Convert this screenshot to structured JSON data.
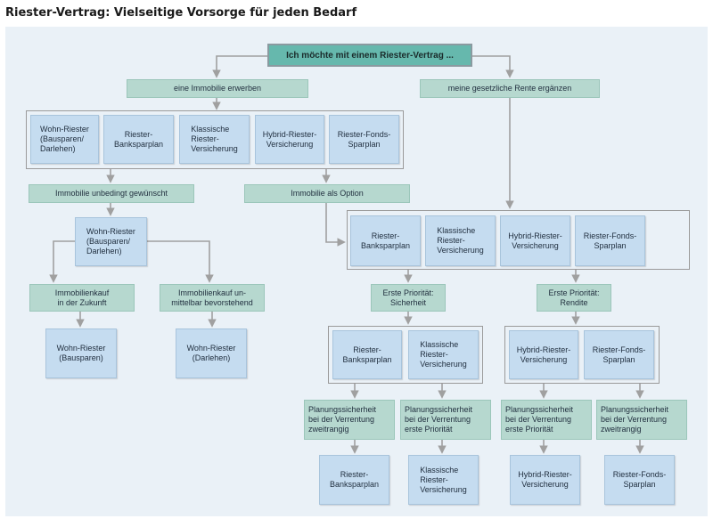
{
  "title": "Riester-Vertrag: Vielseitige Vorsorge für jeden Bedarf",
  "colors": {
    "panel": "#eaf1f7",
    "teal_box": "#b6d8cf",
    "blue_box": "#c5dcf0",
    "top_box": "#66b8ad",
    "connector": "#a0a0a0"
  },
  "nodes": {
    "top": "Ich möchte mit einem Riester-Vertrag ...",
    "immobilie": "eine Immobilie erwerben",
    "rente": "meine gesetzliche Rente ergänzen",
    "g1_wohn": "Wohn-Riester\n(Bausparen/\nDarlehen)",
    "g1_bank": "Riester-\nBanksparplan",
    "g1_klass": "Klassische\nRiester-\nVersicherung",
    "g1_hybrid": "Hybrid-Riester-\nVersicherung",
    "g1_fonds": "Riester-Fonds-\nSparplan",
    "unbedingt": "Immobilie unbedingt gewünscht",
    "option": "Immobilie als Option",
    "wohn_mid": "Wohn-Riester\n(Bausparen/\nDarlehen)",
    "g2_bank": "Riester-\nBanksparplan",
    "g2_klass": "Klassische\nRiester-\nVersicherung",
    "g2_hybrid": "Hybrid-Riester-\nVersicherung",
    "g2_fonds": "Riester-Fonds-\nSparplan",
    "kauf_zukunft": "Immobilienkauf\nin der Zukunft",
    "kauf_unmittelbar": "Immobilienkauf un-\nmittelbar bevorstehend",
    "prio_sicherheit": "Erste Priorität:\nSicherheit",
    "prio_rendite": "Erste Priorität:\nRendite",
    "wohn_bausparen": "Wohn-Riester\n(Bausparen)",
    "wohn_darlehen": "Wohn-Riester\n(Darlehen)",
    "g3_bank": "Riester-\nBanksparplan",
    "g3_klass": "Klassische\nRiester-\nVersicherung",
    "g4_hybrid": "Hybrid-Riester-\nVersicherung",
    "g4_fonds": "Riester-Fonds-\nSparplan",
    "plan1": "Planungssicherheit\nbei der Verrentung\nzweitrangig",
    "plan2": "Planungssicherheit\nbei der Verrentung\nerste Priorität",
    "plan3": "Planungssicherheit\nbei der Verrentung\nerste Priorität",
    "plan4": "Planungssicherheit\nbei der Verrentung\nzweitrangig",
    "final1": "Riester-\nBanksparplan",
    "final2": "Klassische\nRiester-\nVersicherung",
    "final3": "Hybrid-Riester-\nVersicherung",
    "final4": "Riester-Fonds-\nSparplan"
  }
}
